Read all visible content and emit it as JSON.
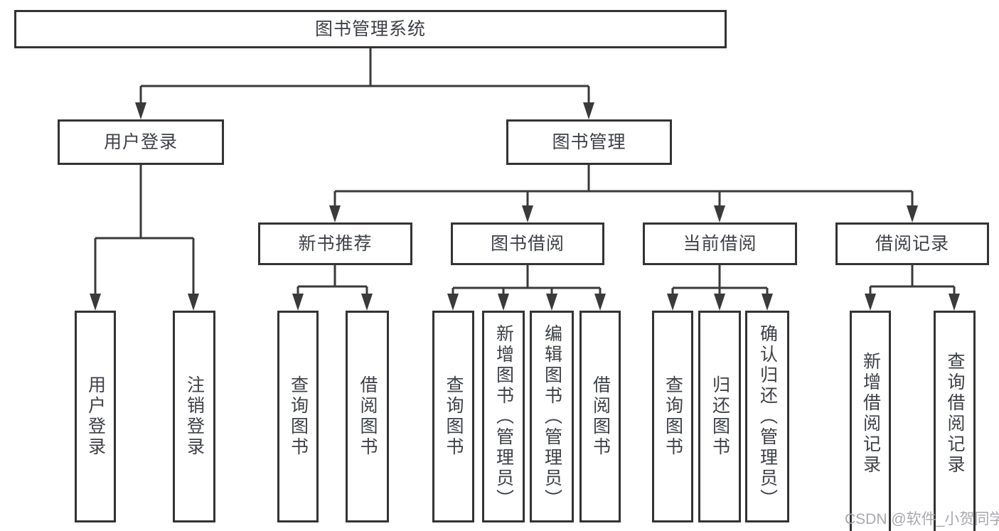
{
  "diagram": {
    "tree": {
      "label": "图书管理系统",
      "children": [
        {
          "label": "用户登录",
          "children": [
            {
              "label": "用户登录"
            },
            {
              "label": "注销登录"
            }
          ]
        },
        {
          "label": "图书管理",
          "children": [
            {
              "label": "新书推荐",
              "children": [
                {
                  "label": "查询图书"
                },
                {
                  "label": "借阅图书"
                }
              ]
            },
            {
              "label": "图书借阅",
              "children": [
                {
                  "label": "查询图书"
                },
                {
                  "label": "新增图书（管理员）"
                },
                {
                  "label": "编辑图书（管理员）"
                },
                {
                  "label": "借阅图书"
                }
              ]
            },
            {
              "label": "当前借阅",
              "children": [
                {
                  "label": "查询图书"
                },
                {
                  "label": "归还图书"
                },
                {
                  "label": "确认归还（管理员）"
                }
              ]
            },
            {
              "label": "借阅记录",
              "children": [
                {
                  "label": "新增借阅记录"
                },
                {
                  "label": "查询借阅记录"
                }
              ]
            }
          ]
        }
      ]
    },
    "colors": {
      "line": "#3a3a3a",
      "box_border": "#333333",
      "text": "#3d4046",
      "background": "#ffffff",
      "watermark": "#a8a8ae"
    }
  },
  "watermark": {
    "text": "CSDN @软件_小贺同学"
  }
}
